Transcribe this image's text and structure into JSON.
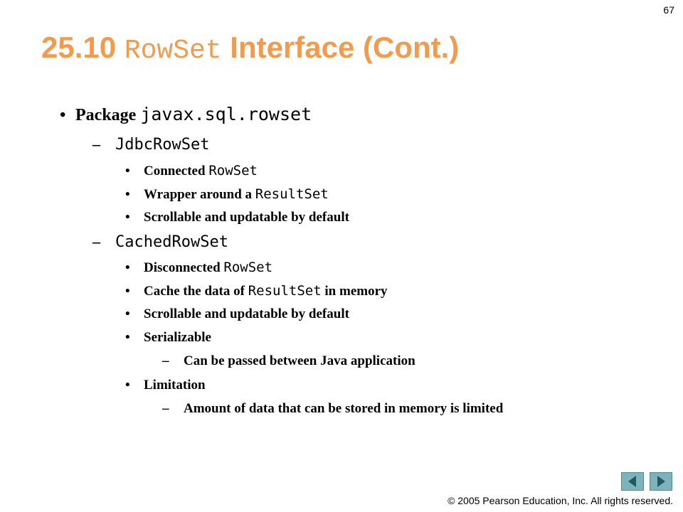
{
  "slide_number": "67",
  "title": {
    "number": "25.10",
    "code": "RowSet",
    "text": "Interface (Cont.)"
  },
  "content": {
    "package": {
      "bullet": "•",
      "label": "Package",
      "code": "javax.sql.rowset"
    },
    "jdbc_rowset": {
      "dash": "–",
      "name": "JdbcRowSet",
      "items": [
        {
          "bullet": "•",
          "text": "Connected",
          "code": "RowSet"
        },
        {
          "bullet": "•",
          "text": "Wrapper around a",
          "code": "ResultSet"
        },
        {
          "bullet": "•",
          "text": "Scrollable and updatable by default"
        }
      ]
    },
    "cached_rowset": {
      "dash": "–",
      "name": "CachedRowSet",
      "items": [
        {
          "bullet": "•",
          "text": "Disconnected",
          "code": "RowSet"
        },
        {
          "bullet": "•",
          "text": "Cache the data of",
          "code": "ResultSet",
          "suffix": "in memory"
        },
        {
          "bullet": "•",
          "text": "Scrollable and updatable by default"
        },
        {
          "bullet": "•",
          "text": "Serializable",
          "sub": {
            "dash": "–",
            "text": "Can be passed between Java application"
          }
        },
        {
          "bullet": "•",
          "text": "Limitation",
          "sub": {
            "dash": "–",
            "text": "Amount of data that can be stored in memory is limited"
          }
        }
      ]
    }
  },
  "navigation": {
    "prev_icon": "left-triangle-icon",
    "next_icon": "right-triangle-icon",
    "button_color": "#7fb3bc",
    "arrow_color": "#1f5a66"
  },
  "footer": {
    "copyright": "© 2005 Pearson Education, Inc.  All rights reserved."
  },
  "colors": {
    "title": "#f29b4c",
    "text": "#000000",
    "background": "#ffffff"
  }
}
